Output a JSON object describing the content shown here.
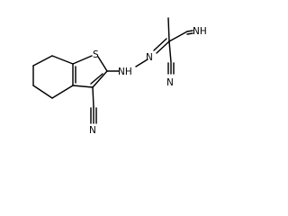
{
  "diagram": {
    "atoms": {
      "sulfur": "S",
      "nh_label": "NH",
      "hydrazone_n": "N",
      "imine": "NH",
      "nitrile_right": "N",
      "nitrile_bottom": "N"
    }
  }
}
